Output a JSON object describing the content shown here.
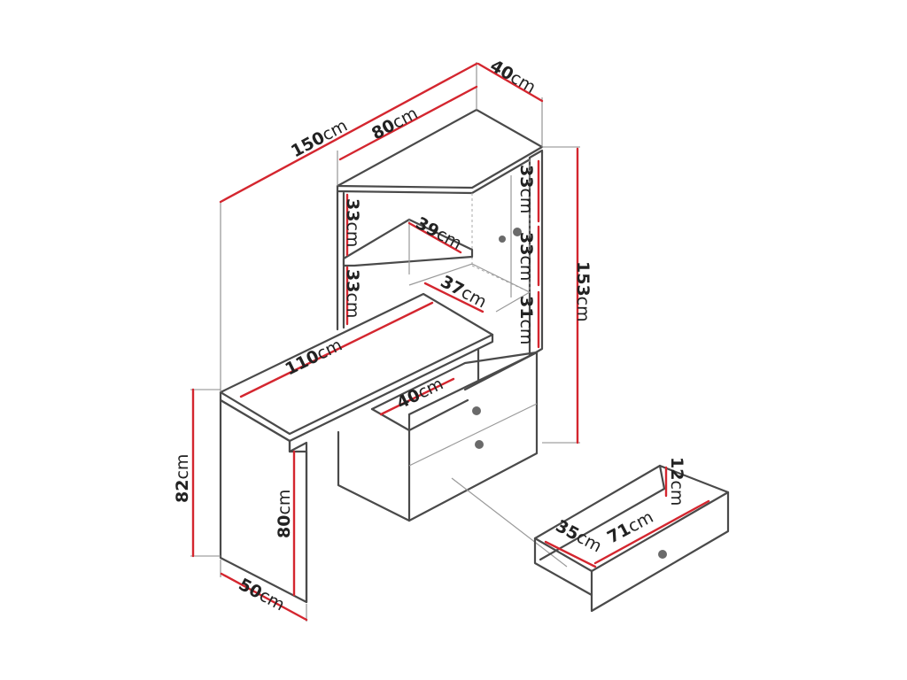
{
  "labels": {
    "total_width": {
      "num": "150",
      "unit": "cm"
    },
    "top_width": {
      "num": "80",
      "unit": "cm"
    },
    "top_depth": {
      "num": "40",
      "unit": "cm"
    },
    "total_height": {
      "num": "153",
      "unit": "cm"
    },
    "shelf_h_left_upper": {
      "num": "33",
      "unit": "cm"
    },
    "shelf_h_left_lower": {
      "num": "33",
      "unit": "cm"
    },
    "shelf_h_right_top": {
      "num": "33",
      "unit": "cm"
    },
    "shelf_h_right_mid": {
      "num": "33",
      "unit": "cm"
    },
    "shelf_h_right_low": {
      "num": "31",
      "unit": "cm"
    },
    "shelf_width_upper": {
      "num": "39",
      "unit": "cm"
    },
    "shelf_width_lower": {
      "num": "37",
      "unit": "cm"
    },
    "desk_length": {
      "num": "110",
      "unit": "cm"
    },
    "drawer_opening": {
      "num": "40",
      "unit": "cm"
    },
    "desk_height": {
      "num": "82",
      "unit": "cm"
    },
    "leg_height": {
      "num": "80",
      "unit": "cm"
    },
    "leg_depth": {
      "num": "50",
      "unit": "cm"
    },
    "drawer_height": {
      "num": "12",
      "unit": "cm"
    },
    "drawer_depth": {
      "num": "35",
      "unit": "cm"
    },
    "drawer_length": {
      "num": "71",
      "unit": "cm"
    }
  },
  "colors": {
    "outline": "#4a4a4a",
    "dimension": "#d4262f",
    "extension": "#8a8a8a"
  }
}
